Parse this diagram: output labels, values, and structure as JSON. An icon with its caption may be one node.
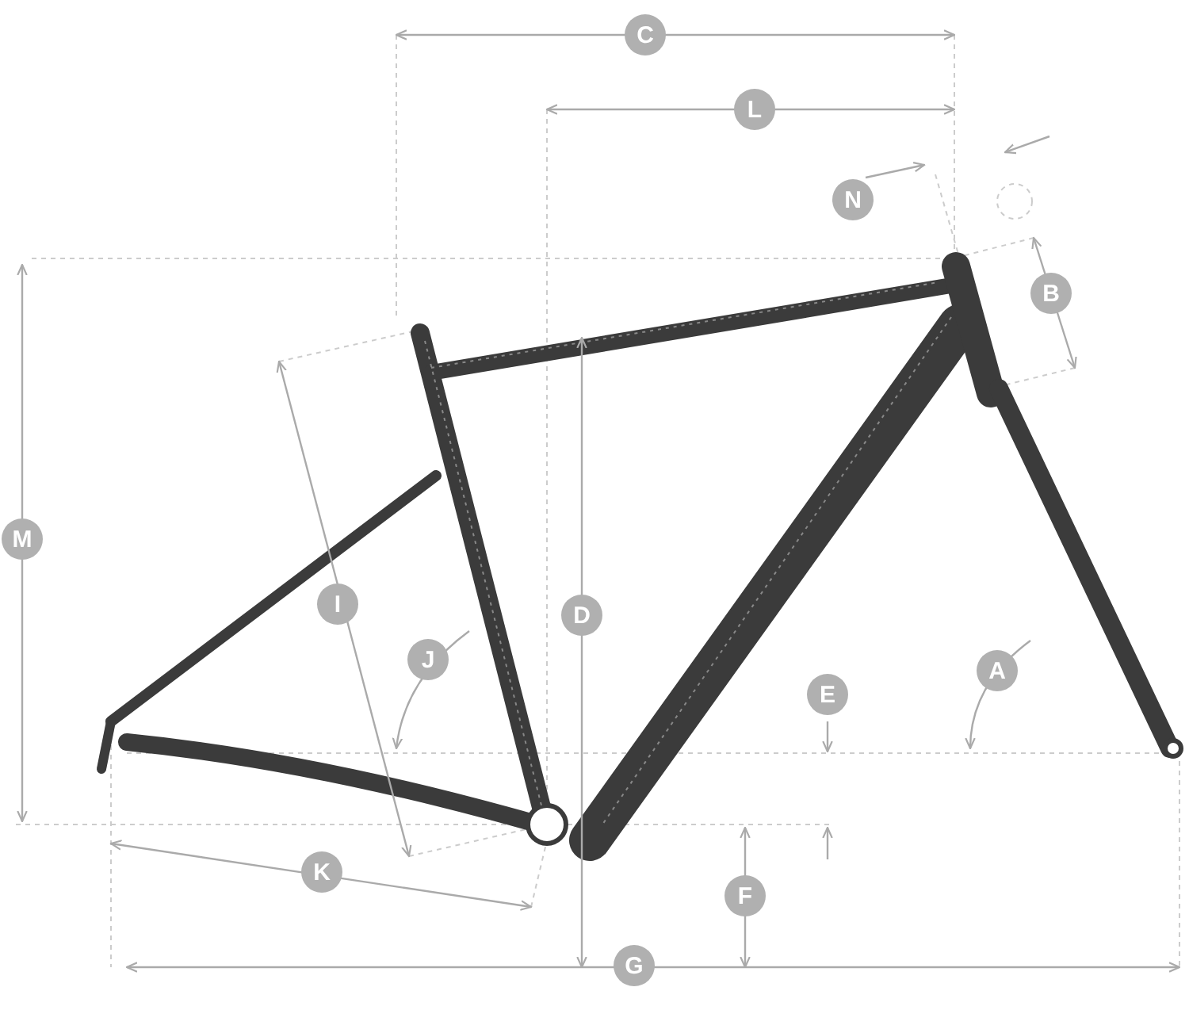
{
  "diagram": {
    "nodes": [
      {
        "text": [
          "C"
        ]
      },
      {
        "text": [
          "L"
        ]
      },
      {
        "text": [
          "N"
        ]
      },
      {
        "text": [
          "B"
        ]
      },
      {
        "text": [
          "M"
        ]
      },
      {
        "text": [
          "I"
        ]
      },
      {
        "text": [
          "D"
        ]
      },
      {
        "text": [
          "J"
        ]
      },
      {
        "text": [
          "E"
        ]
      },
      {
        "text": [
          "A"
        ]
      },
      {
        "text": [
          "K"
        ]
      },
      {
        "text": [
          "F"
        ]
      },
      {
        "text": [
          "G"
        ]
      }
    ]
  }
}
